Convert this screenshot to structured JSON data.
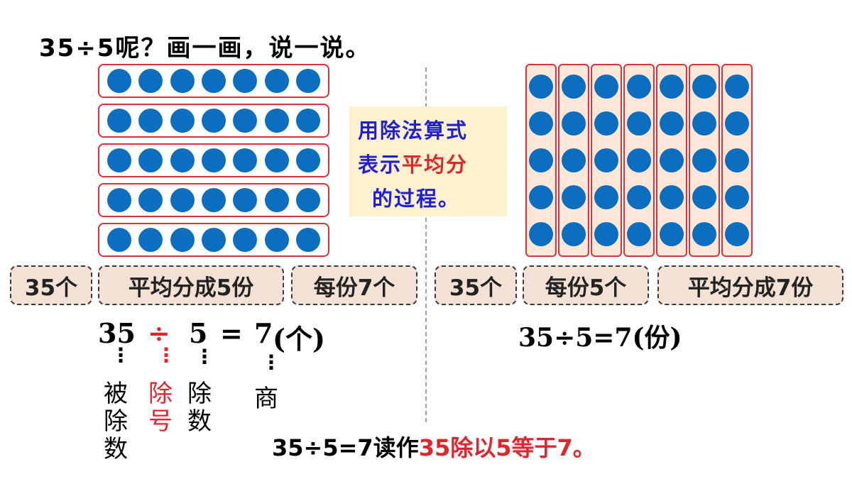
{
  "title": "35÷5呢？画一画，说一说。",
  "colors": {
    "dot": "#0b6ebf",
    "border": "#d9323a",
    "note_bg": "#fdf1cf",
    "note_text": "#1f1fd6",
    "highlight": "#e0262c",
    "label_bg": "#f3e1d6"
  },
  "left_diagram": {
    "rows": 5,
    "dots_per_row": 7
  },
  "right_diagram": {
    "columns": 7,
    "dots_per_column": 5
  },
  "note": {
    "line1": "用除法算式",
    "line2_a": "表示",
    "line2_b": "平均分",
    "line3": "的过程。"
  },
  "left_labels": [
    "35个",
    "平均分成5份",
    "每份7个"
  ],
  "right_labels": [
    "35个",
    "每份5个",
    "平均分成7份"
  ],
  "left_equation": {
    "dividend": "35",
    "sign": "÷",
    "divisor": "5",
    "equals": "=",
    "quotient": "7",
    "unit": "(个)"
  },
  "right_equation": "35÷5=7(份)",
  "terms": {
    "dividend": "被除数",
    "sign": "除号",
    "divisor": "除数",
    "quotient": "商"
  },
  "reading": {
    "prefix": "35÷5=7读作",
    "highlight": "35除以5等于7。"
  }
}
